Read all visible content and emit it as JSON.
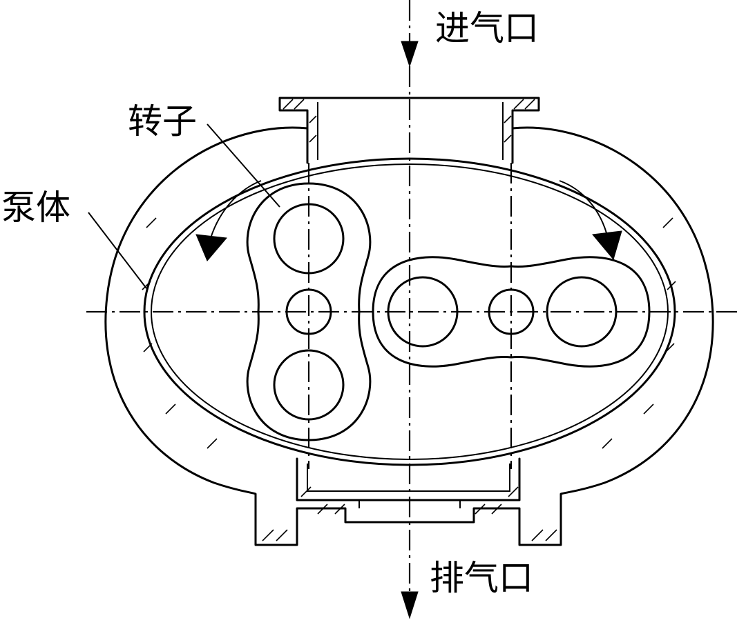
{
  "labels": {
    "inlet": "进气口",
    "rotor": "转子",
    "pump_body": "泵体",
    "outlet": "排气口"
  },
  "colors": {
    "line": "#000000",
    "background": "#ffffff"
  }
}
